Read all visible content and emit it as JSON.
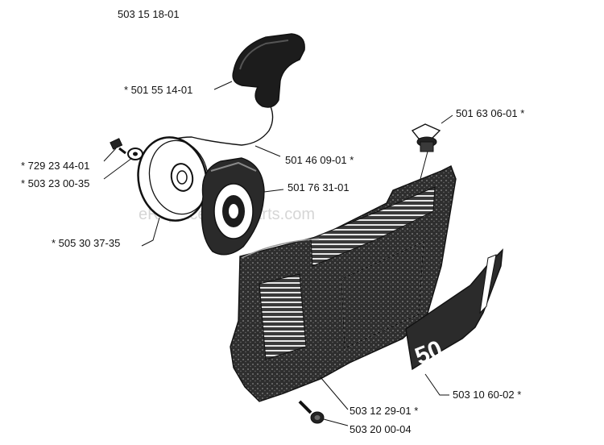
{
  "assembly_number": "503 15 18-01",
  "watermark": "eReplacementParts.com",
  "badge_text": "50",
  "parts": [
    {
      "id": "handle",
      "label": "* 501 55 14-01"
    },
    {
      "id": "rope",
      "label": "501 46 09-01 *"
    },
    {
      "id": "screw",
      "label": "* 729 23 44-01"
    },
    {
      "id": "washer",
      "label": "* 503 23 00-35"
    },
    {
      "id": "spring-cover",
      "label": "501 76 31-01"
    },
    {
      "id": "pulley",
      "label": "* 505 30 37-35"
    },
    {
      "id": "grommet",
      "label": "501 63 06-01 *"
    },
    {
      "id": "starter-housing",
      "label": "503 12 29-01 *"
    },
    {
      "id": "housing-screw",
      "label": "503 20 00-04"
    },
    {
      "id": "decal",
      "label": "503 10 60-02 *"
    }
  ]
}
